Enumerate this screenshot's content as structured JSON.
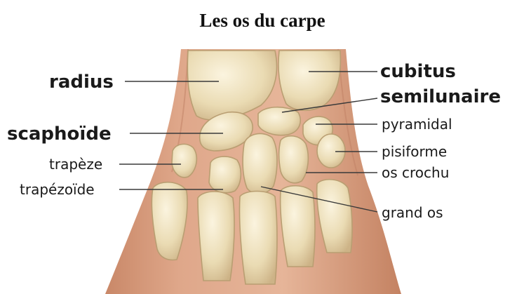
{
  "title": "Les os du carpe",
  "labels": {
    "radius": "radius",
    "cubitus": "cubitus",
    "semilunaire": "semilunaire",
    "scaphoide": "scaphoïde",
    "pyramidal": "pyramidal",
    "trapeze": "trapèze",
    "pisiforme": "pisiforme",
    "os_crochu": "os crochu",
    "trapezoide": "trapézoïde",
    "grand_os": "grand os"
  },
  "colors": {
    "skin": "#e0a98d",
    "bone": "#efe2bf"
  }
}
